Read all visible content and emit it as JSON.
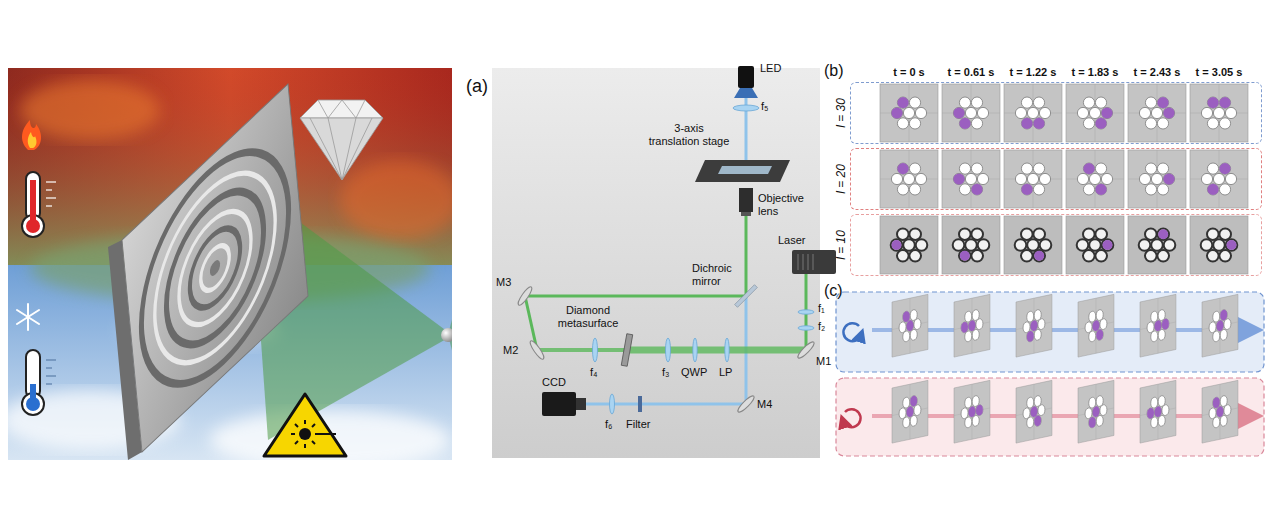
{
  "diagram": {
    "nodes": [
      {
        "text": [
          "l = 30"
        ]
      },
      {
        "text": [
          "l = 20"
        ]
      },
      {
        "text": [
          "l = 10"
        ]
      }
    ],
    "labels": [
      "(a)",
      "LED",
      "f₅",
      "3-axis translation stage",
      "Objective lens",
      "Laser",
      "Dichroic mirror",
      "f₁",
      "f₂",
      "M3",
      "Diamond metasurface",
      "M2",
      "f₄",
      "f₃",
      "QWP",
      "LP",
      "M1",
      "CCD",
      "f₆",
      "Filter",
      "M4",
      "(b)",
      "t = 0 s",
      "t = 0.61 s",
      "t = 1.22 s",
      "t = 1.83 s",
      "t = 2.43 s",
      "t = 3.05 s",
      "(c)"
    ]
  }
}
